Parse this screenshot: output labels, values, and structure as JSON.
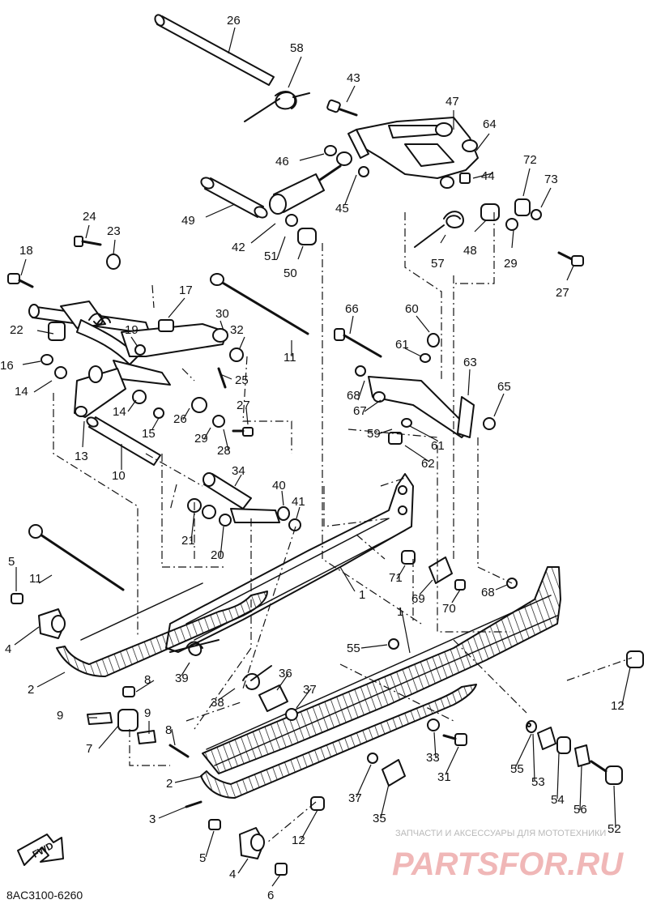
{
  "diagram": {
    "part_labels": [
      "1",
      "1",
      "2",
      "2",
      "3",
      "4",
      "4",
      "5",
      "5",
      "6",
      "7",
      "8",
      "8",
      "9",
      "9",
      "10",
      "11",
      "11",
      "12",
      "12",
      "13",
      "14",
      "14",
      "15",
      "16",
      "17",
      "18",
      "19",
      "20",
      "21",
      "22",
      "23",
      "24",
      "25",
      "26",
      "26",
      "27",
      "27",
      "28",
      "29",
      "29",
      "30",
      "31",
      "32",
      "33",
      "34",
      "35",
      "36",
      "37",
      "37",
      "38",
      "39",
      "40",
      "41",
      "42",
      "43",
      "44",
      "45",
      "46",
      "47",
      "48",
      "49",
      "50",
      "51",
      "52",
      "53",
      "54",
      "55",
      "55",
      "56",
      "57",
      "58",
      "59",
      "60",
      "61",
      "61",
      "62",
      "63",
      "64",
      "65",
      "66",
      "67",
      "68",
      "68",
      "69",
      "70",
      "71",
      "72",
      "73"
    ],
    "drawing_code": "8AC3100-6260",
    "direction_mark": "FWD"
  },
  "watermark": {
    "caption": "ЗАПЧАСТИ И АКСЕССУАРЫ ДЛЯ МОТОТЕХНИКИ",
    "logo_text": "PARTSFOR.RU"
  }
}
